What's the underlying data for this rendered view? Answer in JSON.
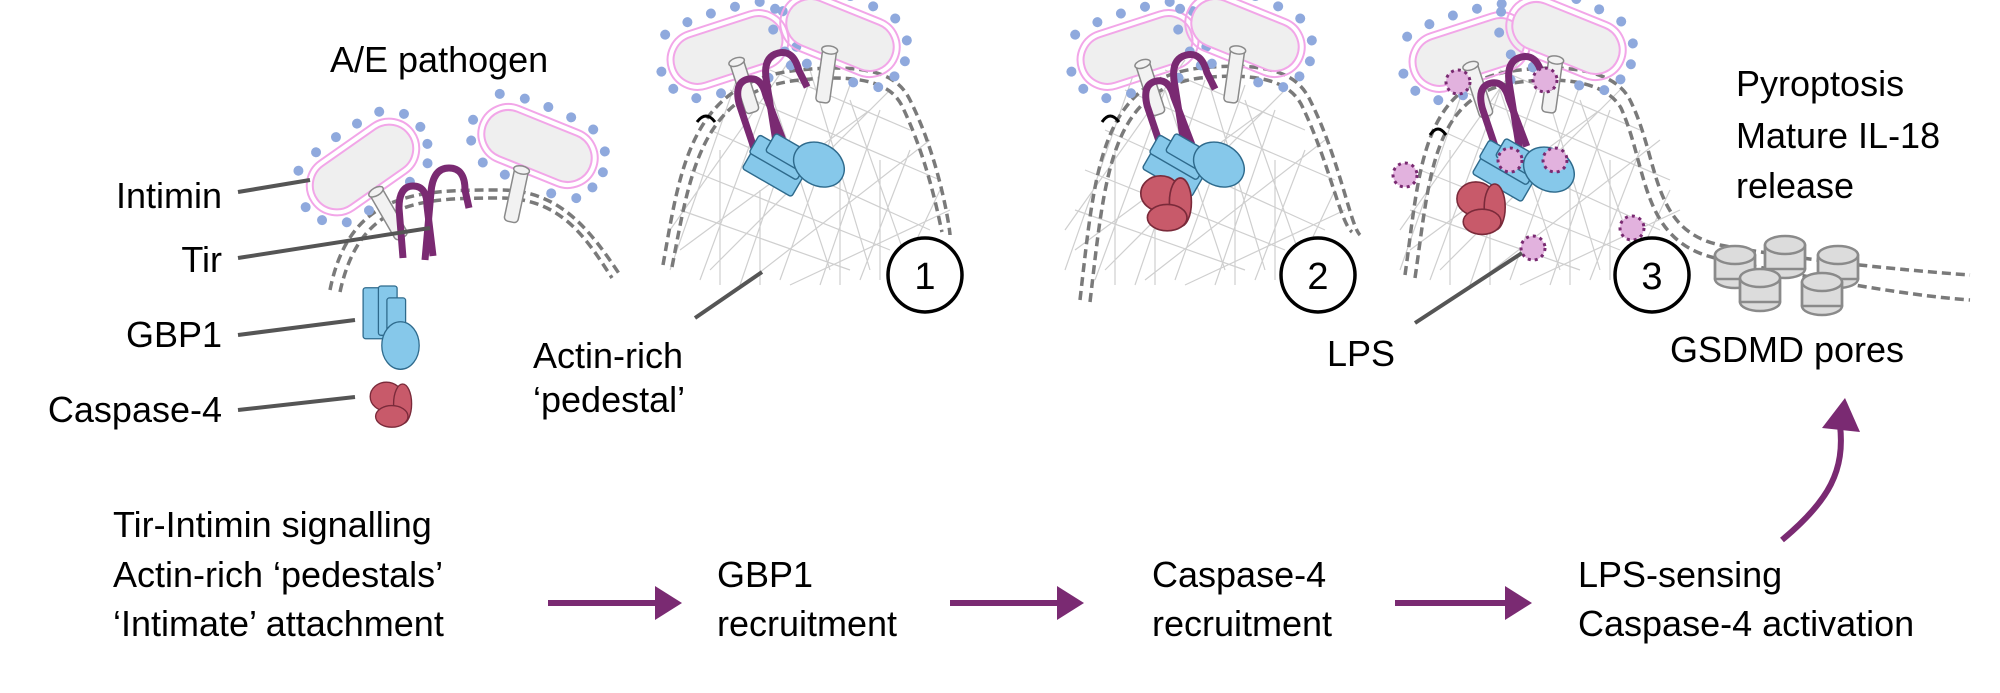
{
  "title": "A/E pathogen infection leading to GBP1 and caspase-4 mediated pyroptosis",
  "colors": {
    "tir": "#7a2a72",
    "gbp1": "#86c8ea",
    "caspase4": "#c85a6a",
    "lps_vesicle": "#e2b2de",
    "bacterium_outline": "#f2a6e8",
    "bacterium_dots": "#8fa9dd",
    "arrow": "#7a2a72",
    "membrane": "#7a7a7a",
    "pore": "#dcdcdc"
  },
  "legend": {
    "heading": "A/E pathogen",
    "items": [
      {
        "label": "Intimin",
        "icon": "intimin-icon"
      },
      {
        "label": "Tir",
        "icon": "tir-icon"
      },
      {
        "label": "GBP1",
        "icon": "gbp1-icon"
      },
      {
        "label": "Caspase-4",
        "icon": "caspase4-icon"
      }
    ]
  },
  "panels": [
    {
      "step": "1",
      "annotation_line1": "Actin-rich",
      "annotation_line2": "‘pedestal’"
    },
    {
      "step": "2"
    },
    {
      "step": "3",
      "annotation": "LPS"
    }
  ],
  "outcome": {
    "line1": "Pyroptosis",
    "line2": "Mature IL-18",
    "line3": "release",
    "pores_label": "GSDMD pores"
  },
  "flow": [
    {
      "lines": [
        "Tir-Intimin signalling",
        "Actin-rich ‘pedestals’",
        "‘Intimate’ attachment"
      ]
    },
    {
      "lines": [
        "GBP1",
        "recruitment"
      ]
    },
    {
      "lines": [
        "Caspase-4",
        "recruitment"
      ]
    },
    {
      "lines": [
        "LPS-sensing",
        "Caspase-4 activation"
      ]
    }
  ]
}
